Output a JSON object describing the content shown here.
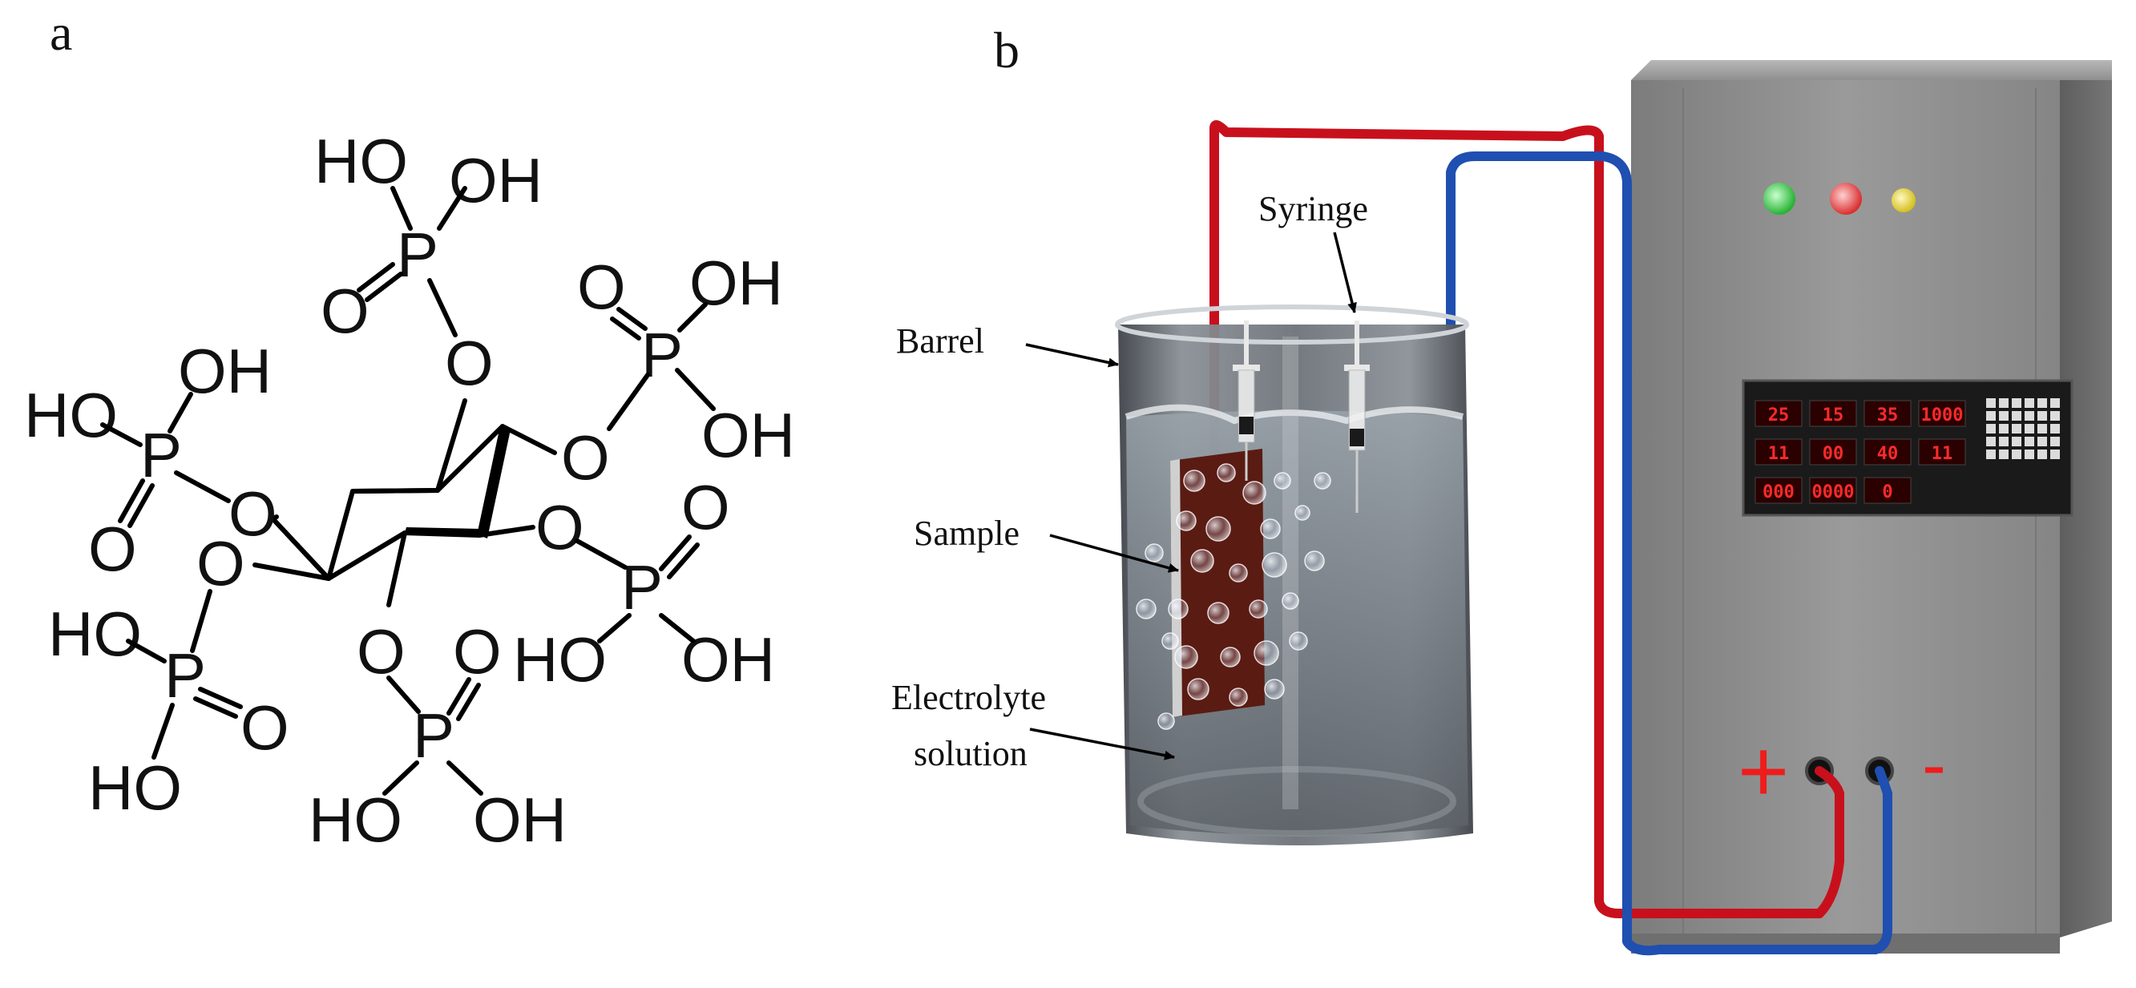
{
  "panels": {
    "a": {
      "label": "a"
    },
    "b": {
      "label": "b"
    }
  },
  "molecule": {
    "atoms": {
      "p1": {
        "ho": "HO",
        "oh": "OH",
        "p": "P",
        "o_double": "O",
        "o_link": "O"
      },
      "p2": {
        "o_double": "O",
        "oh_top": "OH",
        "p": "P",
        "oh_bottom": "OH",
        "o_link": "O"
      },
      "p3": {
        "oh": "OH",
        "ho": "HO",
        "p": "P",
        "o_double": "O",
        "o_link": "O"
      },
      "p4": {
        "o_link": "O",
        "o_double": "O",
        "p": "P",
        "ho": "HO",
        "oh": "OH"
      },
      "p5": {
        "o_link": "O",
        "ho": "HO",
        "p": "P",
        "o_double": "O",
        "ho_bottom": "HO"
      },
      "p6": {
        "o_link": "O",
        "o_double": "O",
        "p": "P",
        "ho": "HO",
        "oh": "OH"
      }
    }
  },
  "apparatus": {
    "labels": {
      "syringe": "Syringe",
      "barrel": "Barrel",
      "sample": "Sample",
      "electrolyte_line1": "Electrolyte",
      "electrolyte_line2": "solution"
    },
    "terminals": {
      "positive": "+",
      "negative": "-"
    },
    "indicator_lights": [
      "#3fd14a",
      "#ef4545",
      "#eadb3a"
    ],
    "display": {
      "row1": [
        "25",
        "15",
        "35",
        "1000"
      ],
      "row2": [
        "11",
        "00",
        "40",
        "11"
      ],
      "row3": [
        "000",
        "0000",
        "0"
      ]
    },
    "colors": {
      "anode_wire": "#c8101d",
      "cathode_wire": "#1f4fb0",
      "cabinet": "#8c8c8c",
      "display_digits": "#ff2a2a",
      "terminal_sign": "#ee1c1c"
    }
  }
}
